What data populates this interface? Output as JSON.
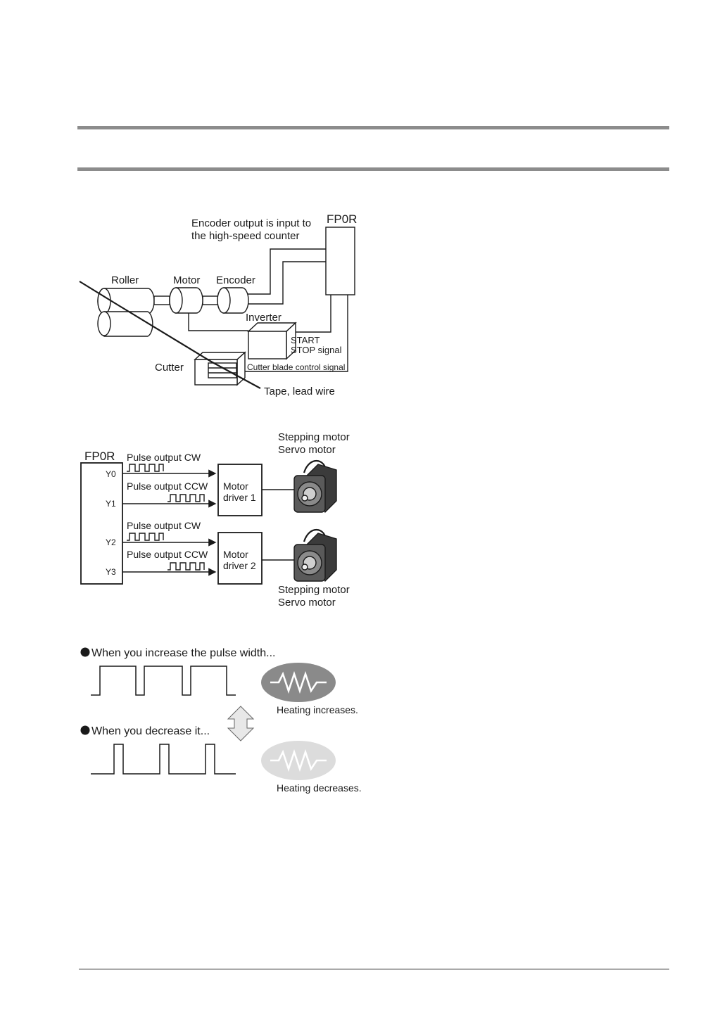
{
  "diagram1": {
    "fp0r": "FP0R",
    "encoder_note_line1": "Encoder output is input to",
    "encoder_note_line2": "the high-speed counter",
    "roller": "Roller",
    "motor": "Motor",
    "encoder": "Encoder",
    "inverter": "Inverter",
    "start": "START",
    "stop_signal": "STOP signal",
    "cutter": "Cutter",
    "cutter_signal": "Cutter blade control signal",
    "tape": "Tape, lead wire"
  },
  "diagram2": {
    "fp0r": "FP0R",
    "outputs": [
      {
        "port": "Y0",
        "label": "Pulse output CW"
      },
      {
        "port": "Y1",
        "label": "Pulse output CCW"
      },
      {
        "port": "Y2",
        "label": "Pulse output CW"
      },
      {
        "port": "Y3",
        "label": "Pulse output CCW"
      }
    ],
    "drivers": [
      {
        "line1": "Motor",
        "line2": "driver 1"
      },
      {
        "line1": "Motor",
        "line2": "driver 2"
      }
    ],
    "motor_top_line1": "Stepping motor",
    "motor_top_line2": "Servo motor",
    "motor_bottom_line1": "Stepping motor",
    "motor_bottom_line2": "Servo motor"
  },
  "diagram3": {
    "increase_title": "When you increase the pulse width...",
    "decrease_title": "When you decrease it...",
    "heating_increases": "Heating increases.",
    "heating_decreases": "Heating decreases.",
    "colors": {
      "heater_dark": "#8a8a8a",
      "heater_light": "#dcdcdc",
      "arrow": "#e8e8e8"
    }
  }
}
